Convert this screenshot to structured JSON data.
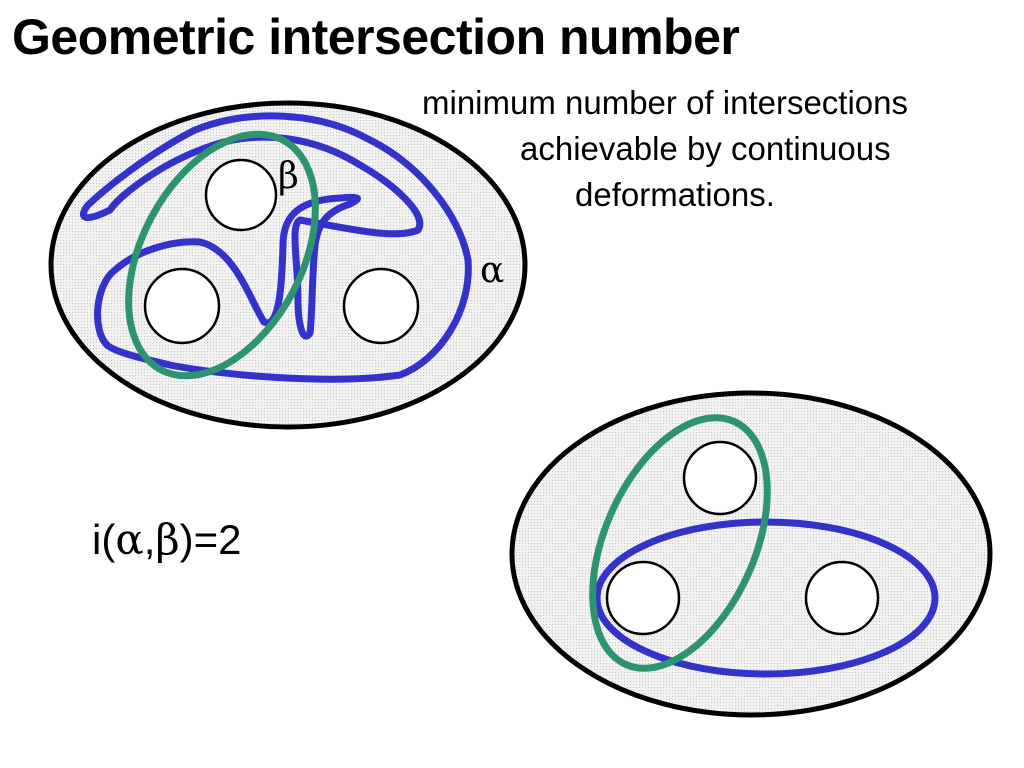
{
  "title": "Geometric intersection number",
  "definition": {
    "line1": "minimum number of intersections",
    "line2": "achievable by continuous",
    "line3": "deformations."
  },
  "labels": {
    "beta": "β",
    "alpha": "α"
  },
  "formula": {
    "prefix": "i(",
    "alpha": "α",
    "comma": ",",
    "beta": "β",
    "suffix": ")=2"
  },
  "colors": {
    "alpha_curve": "#3333cc",
    "beta_curve": "#2e9470",
    "surface_fill": "#f0f0f0",
    "outline": "#000000"
  }
}
